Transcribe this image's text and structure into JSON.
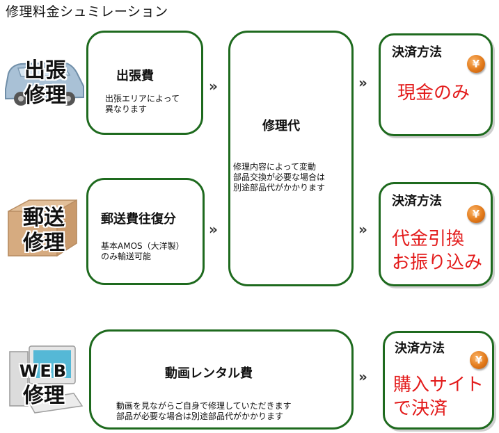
{
  "page": {
    "title": "修理料金シュミレーション"
  },
  "rows": [
    {
      "id": "trip",
      "label_line1": "出張",
      "label_line2": "修理",
      "icon": "car-icon",
      "fee_title": "出張費",
      "fee_text_line1": "出張エリアによって",
      "fee_text_line2": "異なります"
    },
    {
      "id": "mail",
      "label_line1": "郵送",
      "label_line2": "修理",
      "icon": "parcel-box-icon",
      "fee_title": "郵送費往復分",
      "fee_text_line1": "基本AMOS（大洋製）",
      "fee_text_line2": "のみ輸送可能"
    },
    {
      "id": "web",
      "label_line1": "WEB",
      "label_line2": "修理",
      "icon": "computer-icon",
      "fee_title": "動画レンタル費",
      "fee_text_line1": "動画を見ながらご自身で修理していただきます",
      "fee_text_line2": "部品が必要な場合は別途部品代がかかります"
    }
  ],
  "repair_cost": {
    "title": "修理代",
    "text_line1": "修理内容によって変動",
    "text_line2": "部品交換が必要な場合は",
    "text_line3": "別途部品代がかかります"
  },
  "payments": [
    {
      "title": "決済方法",
      "value_line1": "現金のみ",
      "value_line2": ""
    },
    {
      "title": "決済方法",
      "value_line1": "代金引換",
      "value_line2": "お振り込み"
    },
    {
      "title": "決済方法",
      "value_line1": "購入サイト",
      "value_line2": "で決済"
    }
  ],
  "symbols": {
    "arrow": "»",
    "yen": "¥"
  },
  "colors": {
    "border": "#1e6a1e",
    "accent_red": "#e31b1b",
    "coin": "#e27a1a"
  }
}
